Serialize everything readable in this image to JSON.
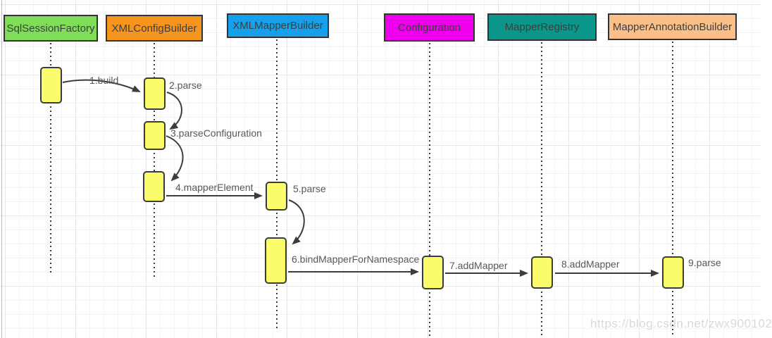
{
  "diagram_type": "uml-sequence",
  "participants": [
    {
      "label": "SqlSessionFactory",
      "color": "#7ede58"
    },
    {
      "label": "XMLConfigBuilder",
      "color": "#f7941e"
    },
    {
      "label": "XMLMapperBuilder",
      "color": "#14a0ea"
    },
    {
      "label": "Configuration",
      "color": "#ee00ee"
    },
    {
      "label": "MapperRegistry",
      "color": "#0b968b"
    },
    {
      "label": "MapperAnnotationBuilder",
      "color": "#fbc089"
    }
  ],
  "messages": [
    {
      "label": "1.build",
      "from": "SqlSessionFactory",
      "to": "XMLConfigBuilder"
    },
    {
      "label": "2.parse",
      "from": "XMLConfigBuilder",
      "to": "XMLConfigBuilder"
    },
    {
      "label": "3.parseConfiguration",
      "from": "XMLConfigBuilder",
      "to": "XMLConfigBuilder"
    },
    {
      "label": "4.mapperElement",
      "from": "XMLConfigBuilder",
      "to": "XMLMapperBuilder"
    },
    {
      "label": "5.parse",
      "from": "XMLMapperBuilder",
      "to": "XMLMapperBuilder"
    },
    {
      "label": "6.bindMapperForNamespace",
      "from": "XMLMapperBuilder",
      "to": "Configuration"
    },
    {
      "label": "7.addMapper",
      "from": "Configuration",
      "to": "MapperRegistry"
    },
    {
      "label": "8.addMapper",
      "from": "MapperRegistry",
      "to": "MapperAnnotationBuilder"
    },
    {
      "label": "9.parse",
      "from": "MapperAnnotationBuilder",
      "to": "MapperAnnotationBuilder"
    }
  ],
  "colors": {
    "activation_fill": "#fbfb6e",
    "shape_border": "#333333",
    "arrow": "#3c3c3c",
    "message_text": "#585858",
    "header_text": "#3e3e3e"
  },
  "watermark": "https://blog.csdn.net/zwx900102"
}
